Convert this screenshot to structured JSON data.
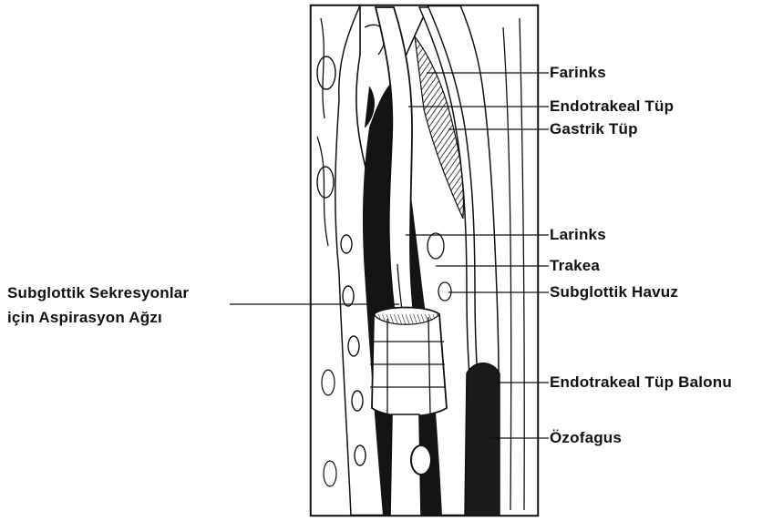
{
  "labels": {
    "farinks": "Farinks",
    "endotrakeal_tup": "Endotrakeal Tüp",
    "gastrik_tup": "Gastrik Tüp",
    "larinks": "Larinks",
    "trakea": "Trakea",
    "subglottik_havuz": "Subglottik Havuz",
    "endotrakeal_tup_balonu": "Endotrakeal Tüp Balonu",
    "ozofagus": "Özofagus",
    "aspirasyon_line1": "Subglottik Sekresyonlar",
    "aspirasyon_line2": "için Aspirasyon Ağzı"
  },
  "colors": {
    "ink": "#111111",
    "background": "#ffffff"
  }
}
